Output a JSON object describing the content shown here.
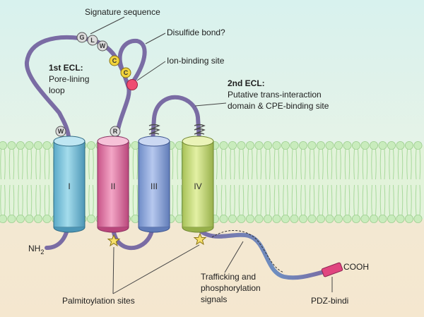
{
  "labels": {
    "signature_sequence": "Signature sequence",
    "disulfide_bond": "Disulfide bond?",
    "ion_binding_site": "Ion-binding site",
    "first_ecl_title": "1st ECL:",
    "first_ecl_line1": "Pore-lining",
    "first_ecl_line2": "loop",
    "second_ecl_title": "2nd ECL:",
    "second_ecl_line1": "Putative trans-interaction",
    "second_ecl_line2": "domain & CPE-binding site",
    "nh2": "NH",
    "nh2_sub": "2",
    "cooh": "COOH",
    "palmitoylation_sites": "Palmitoylation sites",
    "trafficking_line1": "Trafficking and",
    "trafficking_line2": "phosphorylation",
    "trafficking_line3": "signals",
    "pdz_binding": "PDZ-bindi"
  },
  "helices": [
    {
      "numeral": "I",
      "color": "#7ec4dc"
    },
    {
      "numeral": "II",
      "color": "#e77aa8"
    },
    {
      "numeral": "III",
      "color": "#8fa8dc"
    },
    {
      "numeral": "IV",
      "color": "#cde07c"
    }
  ],
  "residues": {
    "signature": [
      "G",
      "L",
      "W"
    ],
    "disulfide": [
      "C",
      "C"
    ],
    "helix_i_top": "W",
    "helix_ii_top": "R"
  },
  "colors": {
    "background_top": "#d8f2ee",
    "background_bottom": "#f5e7cf",
    "membrane": "#c9ecbd",
    "chain": "#7a6ca4",
    "disulfide_residue": "#f2d43c",
    "ion_binding_site": "#ef4d71",
    "palmitoylation_star": "#f7e06a",
    "pdz_block": "#e0457f"
  }
}
